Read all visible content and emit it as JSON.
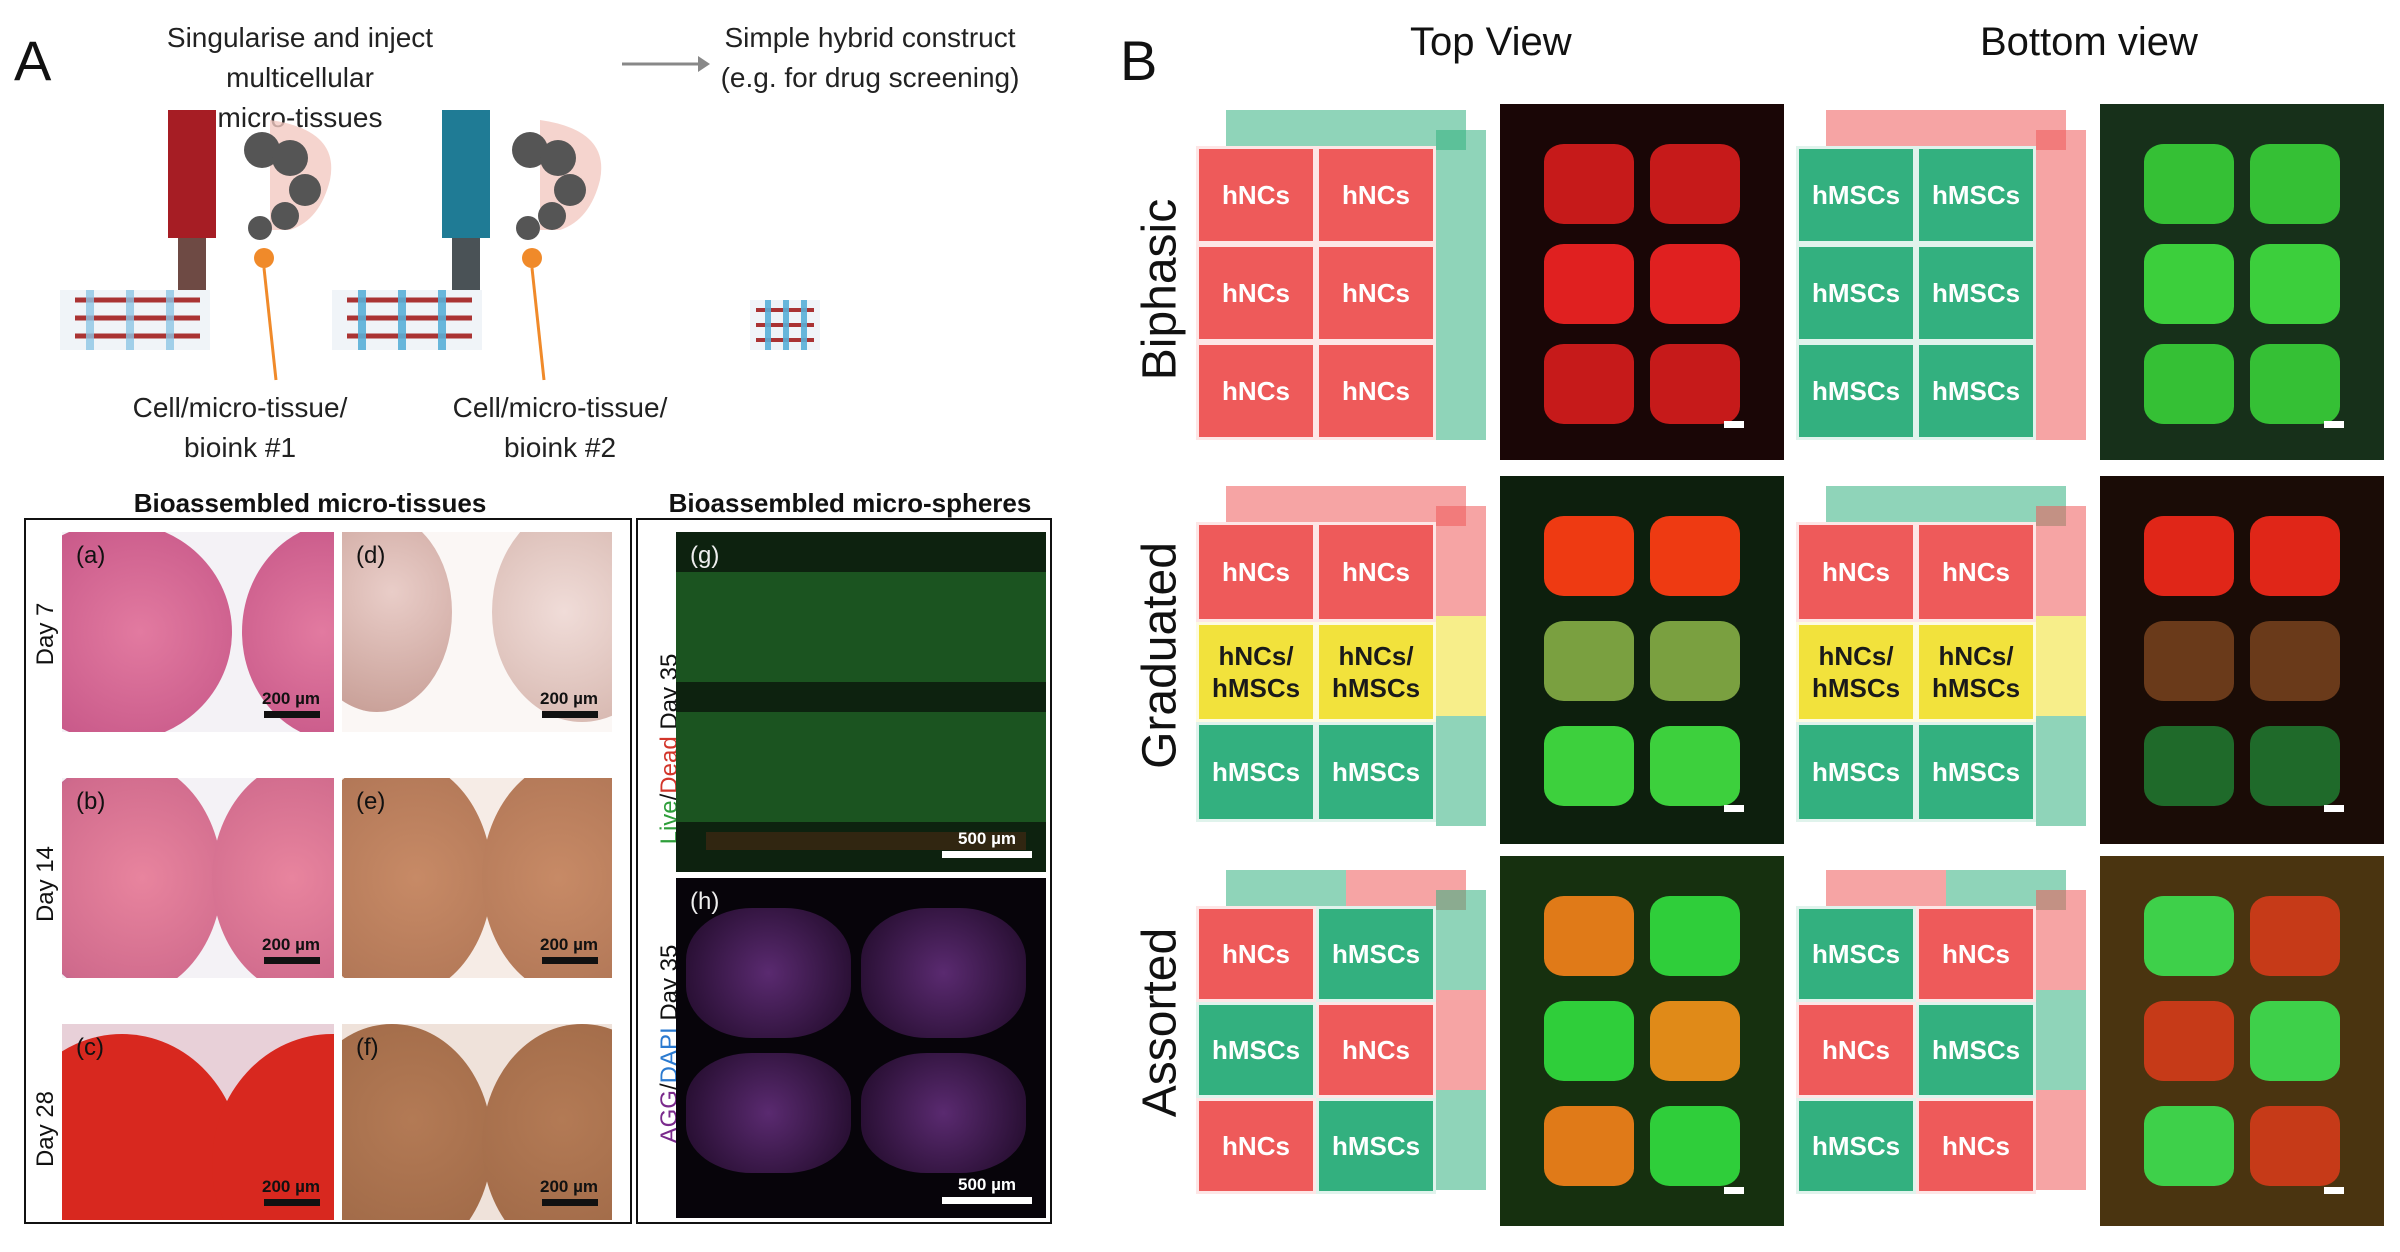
{
  "panel_a": {
    "letter": "A",
    "top_caption_line1": "Singularise and inject multicellular",
    "top_caption_line2": "micro-tissues",
    "hybrid_line1": "Simple hybrid construct",
    "hybrid_line2": "(e.g. for drug screening)",
    "bioink1_line1": "Cell/micro-tissue/",
    "bioink1_line2": "bioink #1",
    "bioink2_line1": "Cell/micro-tissue/",
    "bioink2_line2": "bioink #2",
    "tissues_title": "Bioassembled micro-tissues",
    "spheres_title": "Bioassembled micro-spheres",
    "days": [
      "Day 7",
      "Day 14",
      "Day 28"
    ],
    "panel_labels": [
      "(a)",
      "(b)",
      "(c)",
      "(d)",
      "(e)",
      "(f)",
      "(g)",
      "(h)"
    ],
    "scale_200": "200 µm",
    "scale_500": "500 µm",
    "g_label_live": "Live",
    "g_label_slash": "/",
    "g_label_dead": "Dead",
    "g_label_day": " Day 35",
    "h_label_agg": "AGG",
    "h_label_slash": "/",
    "h_label_dapi": "DAPI",
    "h_label_day": " Day 35"
  },
  "panel_b": {
    "letter": "B",
    "top_view": "Top  View",
    "bottom_view": "Bottom  view",
    "rows": [
      "Biphasic",
      "Graduated",
      "Assorted"
    ],
    "hncs": "hNCs",
    "hmscs": "hMSCs",
    "mixed_line1": "hNCs/",
    "mixed_line2": "hMSCs"
  },
  "colors": {
    "red_cell": "#ee5a5a",
    "green_cell": "#33b07f",
    "yellow_cell": "#f2e23c",
    "live_green": "#2e9e3a",
    "dead_red": "#d2352a",
    "agg_purple": "#7a2a8c",
    "dapi_blue": "#2a7ad0"
  }
}
